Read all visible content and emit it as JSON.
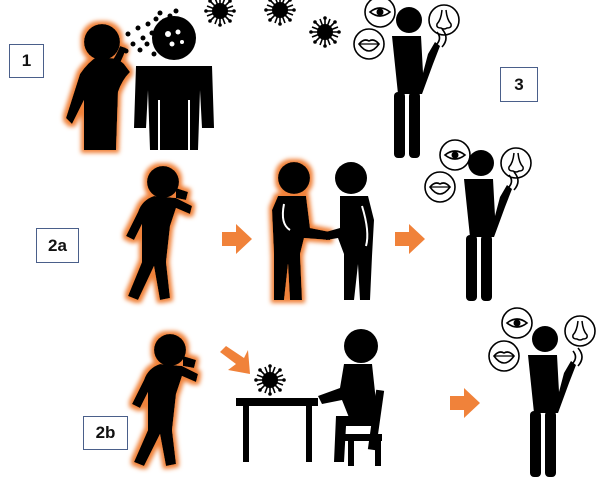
{
  "labels": {
    "scenario_1": "1",
    "scenario_2a": "2a",
    "scenario_2b": "2b",
    "outcome_3": "3"
  },
  "colors": {
    "figure": "#000000",
    "infected_glow": "#f0823a",
    "arrow": "#f0823a",
    "label_border": "#4a5f8a"
  },
  "icons": [
    "virus-icon",
    "eye-icon",
    "nose-icon",
    "mouth-icon",
    "arrow-icon",
    "table-icon",
    "chair-icon"
  ]
}
